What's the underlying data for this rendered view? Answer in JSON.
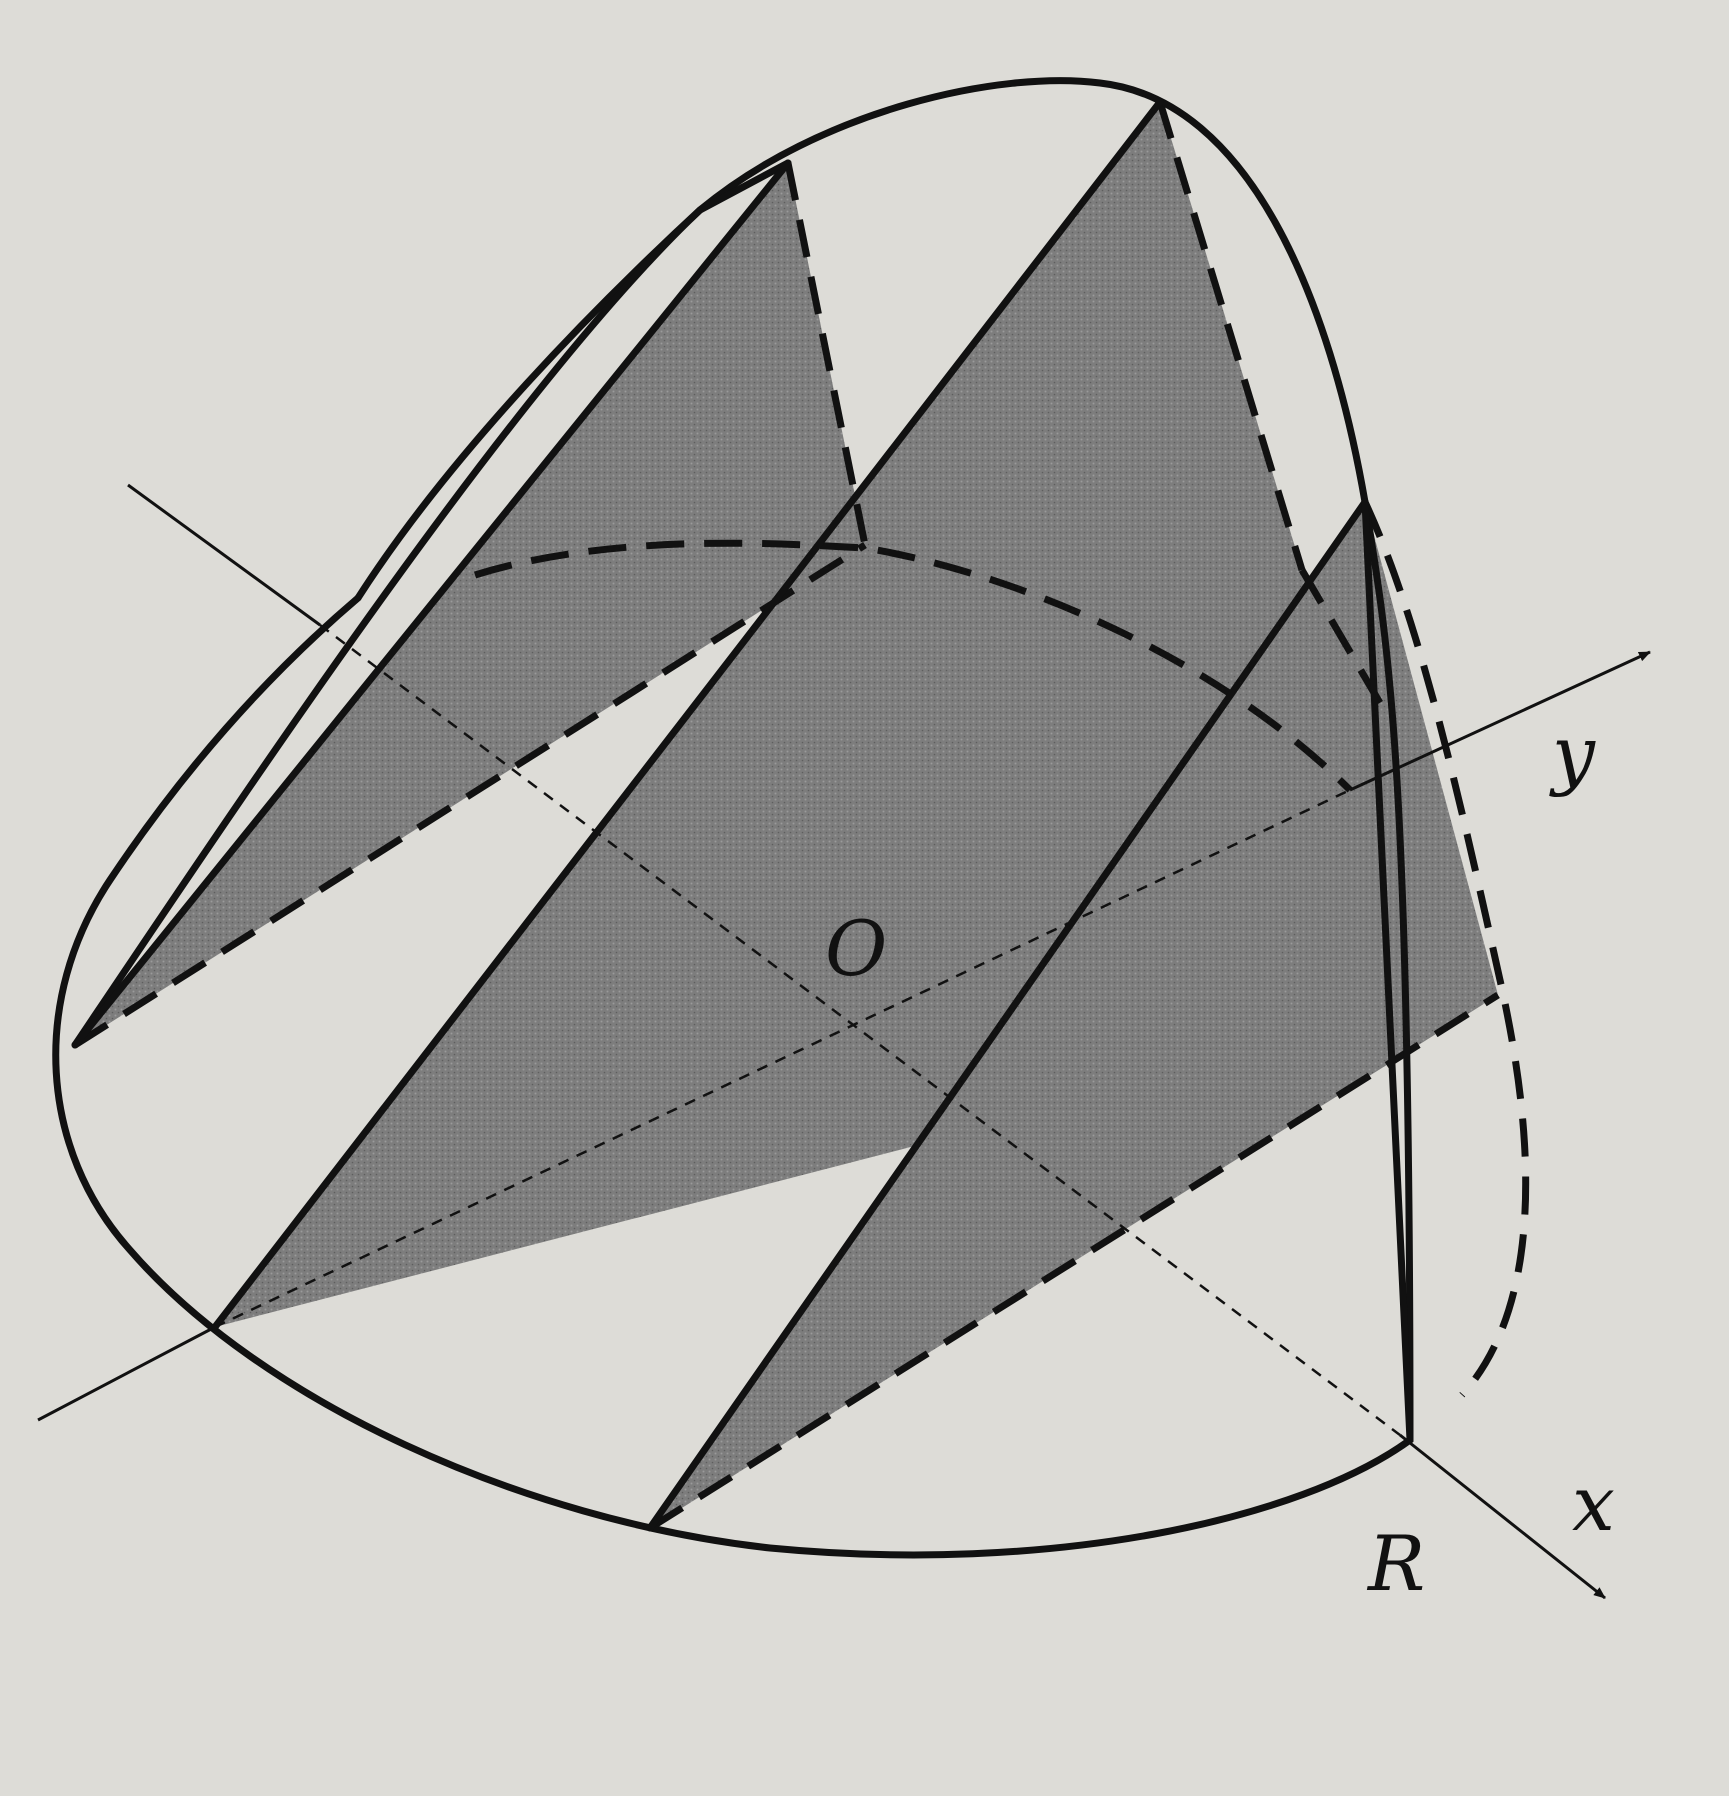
{
  "colors": {
    "paper": "#dddcd7",
    "ink": "#111111",
    "shade": "#7d7d7d"
  },
  "labels": {
    "origin": "O",
    "x_axis": "x",
    "y_axis": "y",
    "radius": "R"
  }
}
